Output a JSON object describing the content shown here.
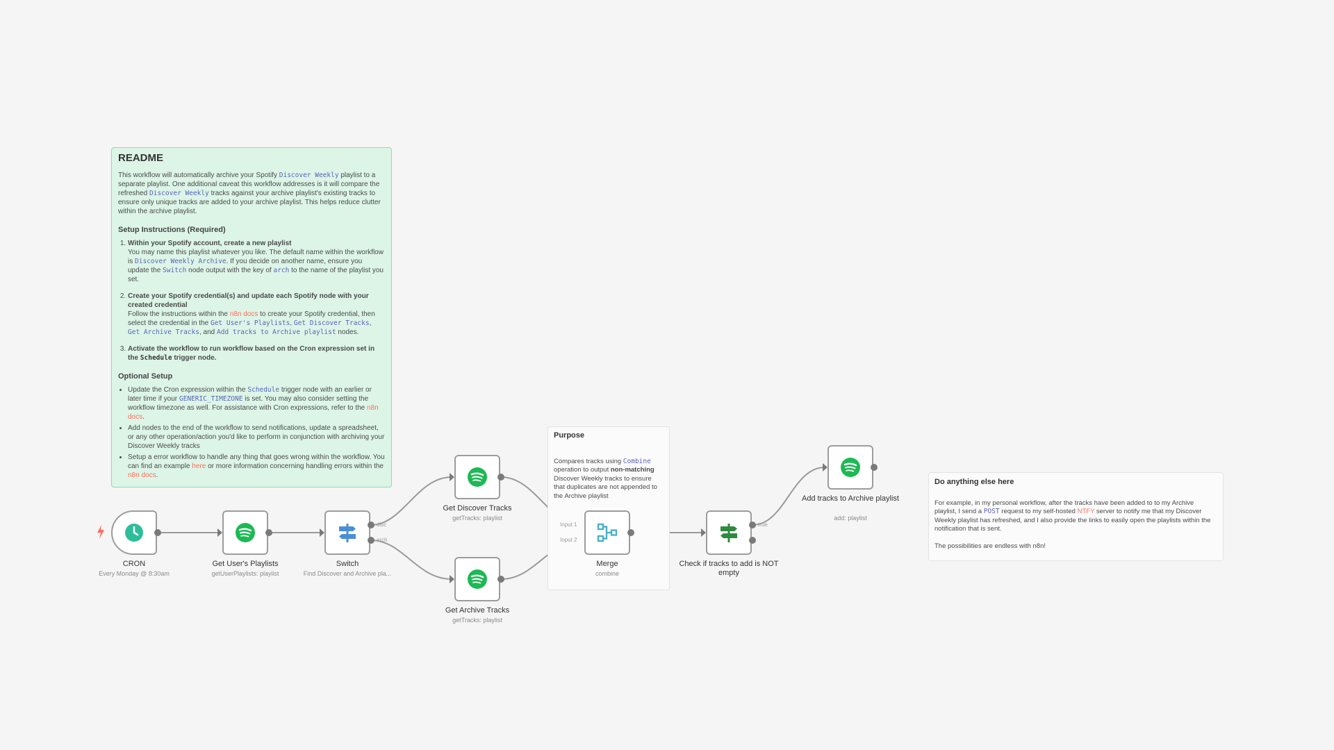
{
  "readme": {
    "title": "README",
    "intro": {
      "a": "This workflow will automatically archive your Spotify ",
      "code1": "Discover Weekly",
      "b": " playlist to a separate playlist. One additional caveat this workflow addresses is it will compare the refreshed ",
      "code2": "Discover Weekly",
      "c": " tracks against your archive playlist's existing tracks to ensure only unique tracks are added to your archive playlist. This helps reduce clutter within the archive playlist."
    },
    "setup_heading": "Setup Instructions (Required)",
    "step1": {
      "title": "Within your Spotify account, create a new playlist",
      "a": "You may name this playlist whatever you like. The default name within the workflow is ",
      "code1": "Discover Weekly Archive",
      "b": ". If you decide on another name, ensure you update the ",
      "code2": "Switch",
      "c": " node output with the key of ",
      "code3": "arch",
      "d": " to the name of the playlist you set."
    },
    "step2": {
      "title": "Create your Spotify credential(s) and update each Spotify node with your created credential",
      "a": "Follow the instructions within the ",
      "link": "n8n docs",
      "b": " to create your Spotify credential, then select the credential in the ",
      "code1": "Get User's Playlists",
      "sep1": ", ",
      "code2": "Get Discover Tracks",
      "sep2": ", ",
      "code3": "Get Archive Tracks",
      "sep3": ", and ",
      "code4": "Add tracks to Archive playlist",
      "c": " nodes."
    },
    "step3": {
      "a": "Activate the workflow to run workflow based on the Cron expression set in the ",
      "code": "Schedule",
      "b": " trigger node."
    },
    "optional_heading": "Optional Setup",
    "opt1": {
      "a": "Update the Cron expression within the ",
      "code1": "Schedule",
      "b": " trigger node with an earlier or later time if your ",
      "code2": "GENERIC_TIMEZONE",
      "c": " is set. You may also consider setting the workflow timezone as well. For assistance with Cron expressions, refer to the ",
      "link": "n8n docs",
      "d": "."
    },
    "opt2": "Add nodes to the end of the workflow to send notifications, update a spreadsheet, or any other operation/action you'd like to perform in conjunction with archiving your Discover Weekly tracks",
    "opt3": {
      "a": "Setup a error workflow to handle any thing that goes wrong within the workflow. You can find an example ",
      "link1": "here",
      "b": " or more information concerning handling errors within the ",
      "link2": "n8n docs",
      "c": "."
    }
  },
  "purpose": {
    "title": "Purpose",
    "a": "Compares tracks using ",
    "code": "Combine",
    "b": " operation to output ",
    "bold": "non-matching",
    "c": " Discover Weekly tracks to ensure that duplicates are not appended to the Archive playlist"
  },
  "extra": {
    "title": "Do anything else here",
    "p1": {
      "a": "For example, in my personal workflow, after the tracks have been added to to my Archive playlist, I send a ",
      "code": "POST",
      "b": " request to my self-hosted ",
      "link": "NTFY",
      "c": " server to notify me that my Discover Weekly playlist has refreshed, and I also provide the links to easily open the playlists within the notification that is sent."
    },
    "p2": "The possibilities are endless with n8n!"
  },
  "nodes": {
    "cron": {
      "name": "CRON",
      "sub": "Every Monday @ 8:30am",
      "icon": "clock-icon"
    },
    "get_playlists": {
      "name": "Get User's Playlists",
      "sub": "getUserPlaylists: playlist",
      "icon": "spotify-icon"
    },
    "switch": {
      "name": "Switch",
      "sub": "Find Discover and Archive pla...",
      "icon": "signpost-icon",
      "out1": "disc",
      "out2": "arch"
    },
    "get_discover": {
      "name": "Get Discover Tracks",
      "sub": "getTracks: playlist",
      "icon": "spotify-icon"
    },
    "get_archive": {
      "name": "Get Archive Tracks",
      "sub": "getTracks: playlist",
      "icon": "spotify-icon"
    },
    "merge": {
      "name": "Merge",
      "sub": "combine",
      "icon": "merge-icon",
      "in1": "Input 1",
      "in2": "Input 2"
    },
    "check": {
      "name": "Check if tracks to add is NOT empty",
      "icon": "if-icon",
      "out1": "true"
    },
    "add_tracks": {
      "name": "Add tracks to Archive playlist",
      "sub": "add: playlist",
      "icon": "spotify-icon"
    }
  },
  "colors": {
    "spotify": "#1db954",
    "trigger_bolt": "#ff6d5a",
    "code": "#5b63b7",
    "link": "#ff6d5a",
    "readme_bg": "#dcf5e7",
    "switch_icon": "#4a8fd6",
    "if_icon": "#2f8a3f",
    "merge_icon": "#4bb0c6"
  }
}
